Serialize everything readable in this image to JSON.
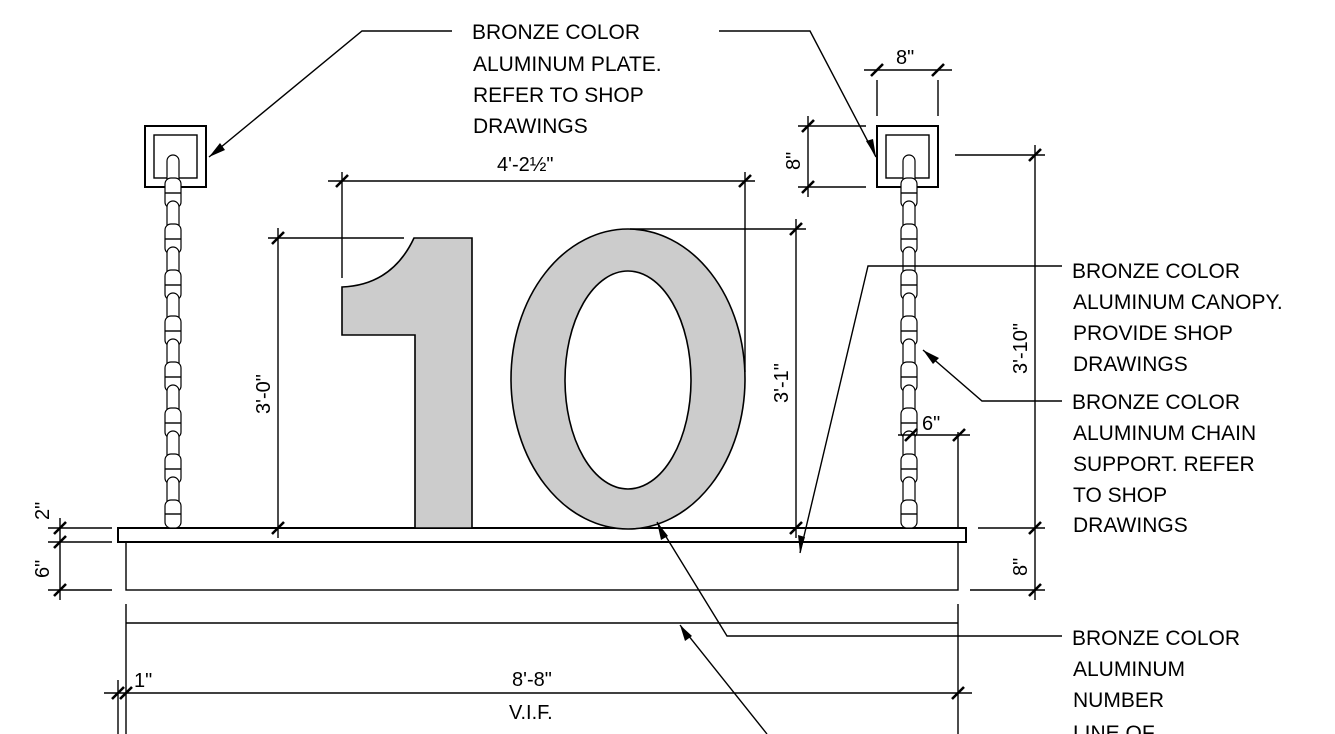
{
  "callouts": {
    "plate": [
      "BRONZE COLOR",
      "ALUMINUM PLATE.",
      "REFER TO SHOP",
      "DRAWINGS"
    ],
    "canopy": [
      "BRONZE COLOR",
      "ALUMINUM CANOPY.",
      "PROVIDE SHOP",
      "DRAWINGS"
    ],
    "chain": [
      "BRONZE COLOR",
      "ALUMINUM CHAIN",
      "SUPPORT. REFER",
      "TO SHOP",
      "DRAWINGS"
    ],
    "number": [
      "BRONZE COLOR",
      "ALUMINUM",
      "NUMBER"
    ],
    "line_of": [
      "LINE OF"
    ]
  },
  "dimensions": {
    "plate_width": "8\"",
    "plate_height": "8\"",
    "number_width": "4'-2½\"",
    "digit_one_height": "3'-0\"",
    "digit_zero_height": "3'-1\"",
    "overall_height": "3'-10\"",
    "chain_offset": "6\"",
    "canopy_top": "2\"",
    "canopy_depth": "6\"",
    "canopy_right": "8\"",
    "overall_width": "8'-8\"",
    "overall_width_note": "V.I.F.",
    "edge_offset": "1\""
  },
  "sign_number": "10",
  "colors": {
    "line": "#000000",
    "number_fill": "#cccccc",
    "background": "#ffffff"
  }
}
